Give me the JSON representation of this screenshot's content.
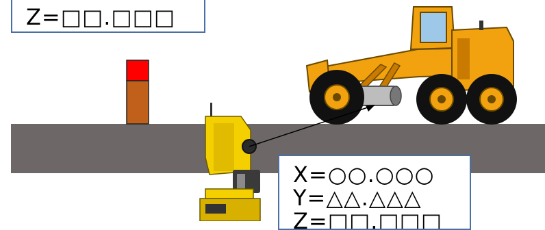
{
  "z_box": {
    "text": "Z=□□.□□□"
  },
  "xyz_box": {
    "lines": [
      "X=○○.○○○",
      "Y=△△.△△△",
      "Z=□□.□□□"
    ]
  },
  "colors": {
    "road": "#6d6767",
    "grader_body": "#f2a20e",
    "grader_dark": "#c97a00",
    "tire": "#111111",
    "prism_red": "#ff0000",
    "prism_brown": "#c0601a",
    "box_border": "#4a6fa5",
    "instrument_yellow": "#f5d000"
  },
  "icons": [
    "motor-grader-icon",
    "total-station-icon",
    "leveling-staff-icon",
    "prism-sensor-icon"
  ]
}
